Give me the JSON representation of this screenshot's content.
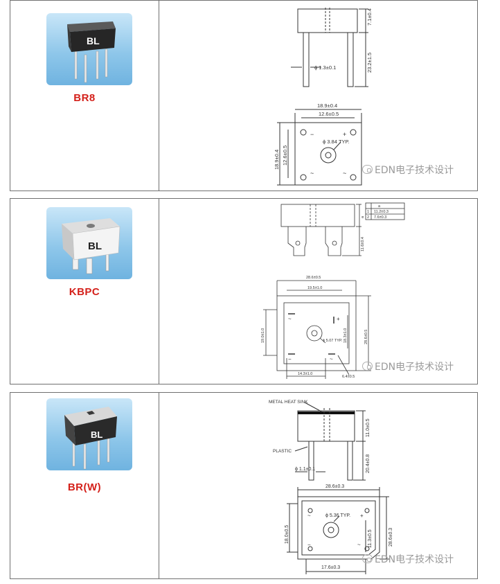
{
  "rows": [
    {
      "name": "BR8",
      "chip_label": "BL",
      "dims": {
        "body_height": "7.1±0.4",
        "lead_length": "23.2±1.5",
        "lead_dia": "ϕ 1.3±0.1",
        "width_outer": "18.9±0.4",
        "width_pitch": "12.6±0.5",
        "height_outer": "18.9±0.4",
        "height_pitch": "12.6±0.5",
        "hole": "ϕ 3.84 TYP."
      },
      "marks": {
        "minus": "−",
        "plus": "+",
        "ac": "~"
      }
    },
    {
      "name": "KBPC",
      "chip_label": "BL",
      "dims": {
        "table_head": "a",
        "table_row1_no": "1",
        "table_row1_val": "11.2±0.3",
        "table_row2_no": "2",
        "table_row2_val": "7.6±0.3",
        "body_height": "a",
        "lead_length": "11.6±0.4",
        "width_outer": "28.6±0.5",
        "width_inner": "19.5±1.0",
        "height_pitch": "19.0±1.0",
        "height_inner": "18.3±1.0",
        "height_outer": "28.6±0.5",
        "hole": "ϕ 5.07 TYP.",
        "bottom_pitch": "14.3±1.0",
        "terminal": "6.4±0.5"
      },
      "marks": {
        "minus": "−",
        "plus": "+",
        "ac": "~"
      }
    },
    {
      "name": "BR(W)",
      "chip_label": "BL",
      "dims": {
        "heat_sink": "METAL HEAT SINK",
        "plastic": "PLASTIC",
        "body_height": "11.0±0.5",
        "lead_length": "20.4±0.8",
        "lead_dia": "ϕ 1.1±0.1",
        "width_outer": "28.6±0.3",
        "hole": "ϕ 5.36 TYP.",
        "height_left": "18.0±0.5",
        "height_inner": "11.3±0.5",
        "height_outer": "28.6±0.3",
        "bottom_pitch": "17.6±0.3"
      },
      "marks": {
        "minus": "−",
        "plus": "+",
        "ac": "~"
      }
    }
  ],
  "watermark": "EDN电子技术设计"
}
